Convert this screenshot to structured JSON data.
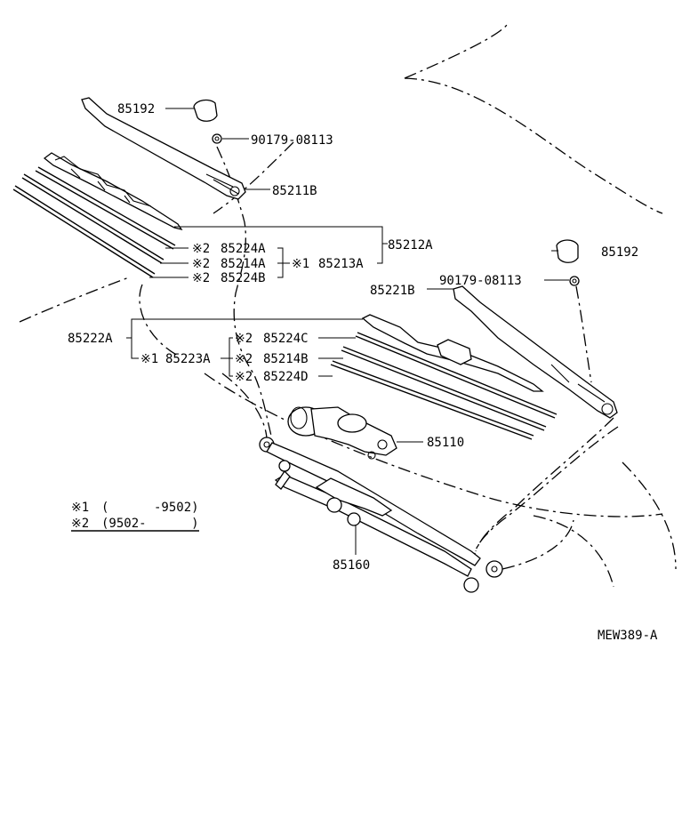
{
  "labels": {
    "p85192_top": "85192",
    "p90179_top": "90179-08113",
    "p85211B": "85211B",
    "p85212A": "85212A",
    "p85224A_mark": "※2",
    "p85224A": "85224A",
    "p85214A_mark": "※2",
    "p85214A": "85214A",
    "p85213A_mark": "※1",
    "p85213A": "85213A",
    "p85224B_mark": "※2",
    "p85224B": "85224B",
    "p85192_right": "85192",
    "p90179_right": "90179-08113",
    "p85221B": "85221B",
    "p85222A": "85222A",
    "p85223A_mark": "※1",
    "p85223A": "85223A",
    "p85224C_mark": "※2",
    "p85224C": "85224C",
    "p85214B_mark": "※2",
    "p85214B": "85214B",
    "p85224D_mark": "※2",
    "p85224D": "85224D",
    "p85110": "85110",
    "p85160": "85160",
    "diagram_code": "MEW389-A"
  },
  "legend": {
    "row1_mark": "※1",
    "row1_range": "(      -9502)",
    "row2_mark": "※2",
    "row2_range": "(9502-      )"
  }
}
